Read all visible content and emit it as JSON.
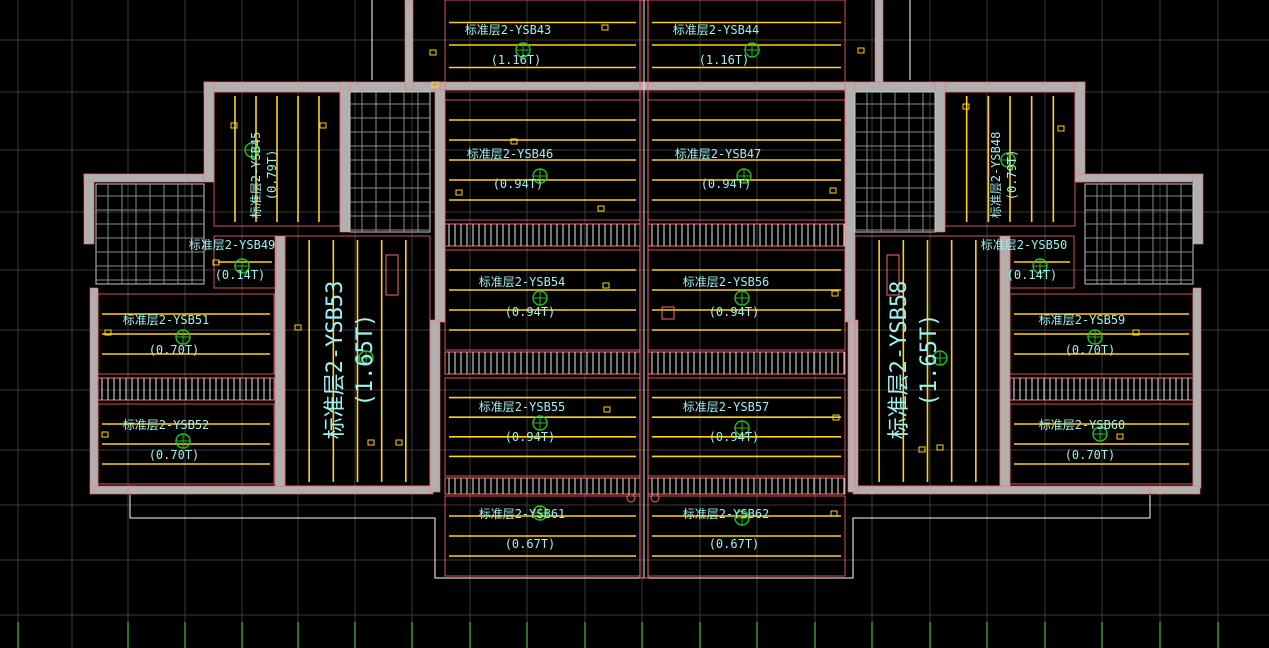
{
  "drawing": {
    "background": "#000000",
    "colors": {
      "grid_gray": "#3a3a3a",
      "grid_green": "#3a9a3a",
      "wall_fill": "#b0b0b0",
      "wall_edge": "#ff6a6a",
      "rebar": "#ffd21a",
      "mesh": "#e8e8e8",
      "label": "#9ff0f0",
      "marker": "#22c022",
      "outline": "#ffffff"
    },
    "panels": [
      {
        "name": "标准层2-YSB43",
        "weight": "(1.16T)"
      },
      {
        "name": "标准层2-YSB44",
        "weight": "(1.16T)"
      },
      {
        "name": "标准层2-YSB45",
        "weight": "(0.79T)"
      },
      {
        "name": "标准层2-YSB46",
        "weight": "(0.94T)"
      },
      {
        "name": "标准层2-YSB47",
        "weight": "(0.94T)"
      },
      {
        "name": "标准层2-YSB48",
        "weight": "(0.79T)"
      },
      {
        "name": "标准层2-YSB49",
        "weight": "(0.14T)"
      },
      {
        "name": "标准层2-YSB50",
        "weight": "(0.14T)"
      },
      {
        "name": "标准层2-YSB51",
        "weight": "(0.70T)"
      },
      {
        "name": "标准层2-YSB52",
        "weight": "(0.70T)"
      },
      {
        "name": "标准层2-YSB53",
        "weight": "(1.65T)"
      },
      {
        "name": "标准层2-YSB54",
        "weight": "(0.94T)"
      },
      {
        "name": "标准层2-YSB55",
        "weight": "(0.94T)"
      },
      {
        "name": "标准层2-YSB56",
        "weight": "(0.94T)"
      },
      {
        "name": "标准层2-YSB57",
        "weight": "(0.94T)"
      },
      {
        "name": "标准层2-YSB58",
        "weight": "(1.65T)"
      },
      {
        "name": "标准层2-YSB59",
        "weight": "(0.70T)"
      },
      {
        "name": "标准层2-YSB60",
        "weight": "(0.70T)"
      },
      {
        "name": "标准层2-YSB61",
        "weight": "(0.67T)"
      },
      {
        "name": "标准层2-YSB62",
        "weight": "(0.67T)"
      }
    ]
  }
}
